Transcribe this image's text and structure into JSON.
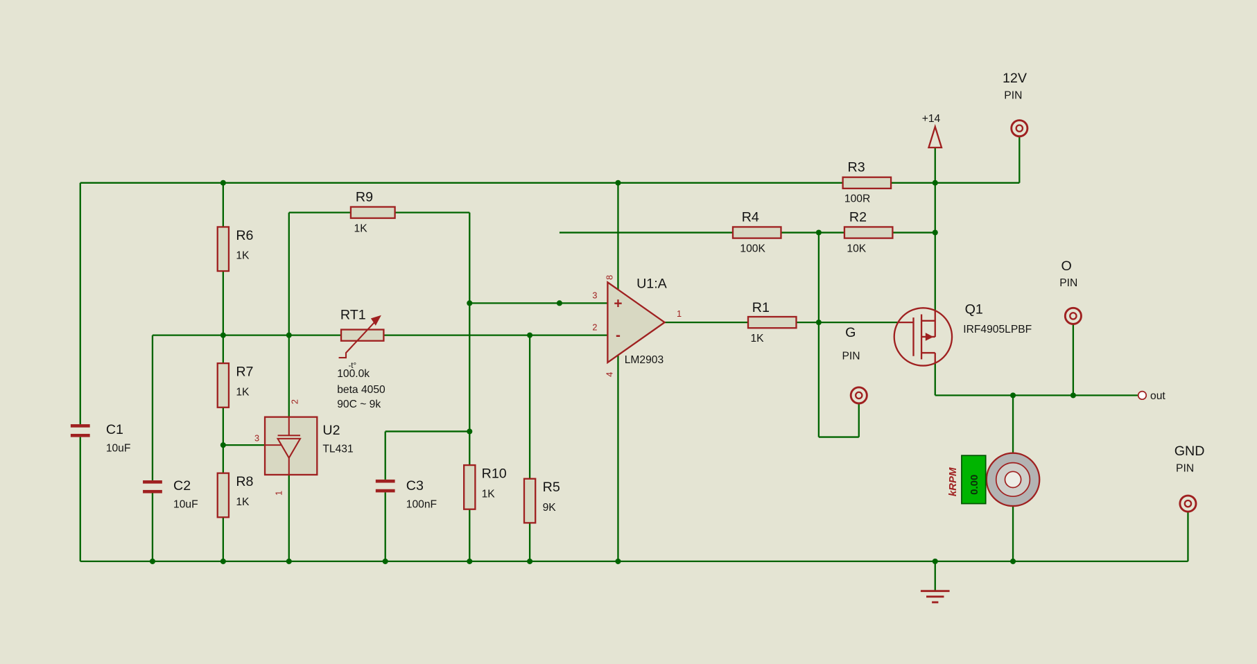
{
  "schematic": {
    "parts": {
      "C1": {
        "ref": "C1",
        "value": "10uF"
      },
      "C2": {
        "ref": "C2",
        "value": "10uF"
      },
      "C3": {
        "ref": "C3",
        "value": "100nF"
      },
      "R1": {
        "ref": "R1",
        "value": "1K"
      },
      "R2": {
        "ref": "R2",
        "value": "10K"
      },
      "R3": {
        "ref": "R3",
        "value": "100R"
      },
      "R4": {
        "ref": "R4",
        "value": "100K"
      },
      "R5": {
        "ref": "R5",
        "value": "9K"
      },
      "R6": {
        "ref": "R6",
        "value": "1K"
      },
      "R7": {
        "ref": "R7",
        "value": "1K"
      },
      "R8": {
        "ref": "R8",
        "value": "1K"
      },
      "R9": {
        "ref": "R9",
        "value": "1K"
      },
      "R10": {
        "ref": "R10",
        "value": "1K"
      },
      "RT1": {
        "ref": "RT1",
        "value_lines": [
          "100.0k",
          "beta 4050",
          "90C ~ 9k"
        ],
        "symbol_mark": "-t°"
      },
      "U1": {
        "ref": "U1:A",
        "value": "LM2903",
        "plus_sign": "+",
        "minus_sign": "-",
        "pins": {
          "in_plus": "3",
          "in_minus": "2",
          "vcc": "8",
          "gnd": "4",
          "out": "1"
        }
      },
      "U2": {
        "ref": "U2",
        "value": "TL431",
        "pins": {
          "cathode": "2",
          "ref": "3",
          "anode": "1"
        }
      },
      "Q1": {
        "ref": "Q1",
        "value": "IRF4905LPBF"
      }
    },
    "terminals": {
      "v12": {
        "label": "12V",
        "sub": "PIN"
      },
      "o": {
        "label": "O",
        "sub": "PIN"
      },
      "g": {
        "label": "G",
        "sub": "PIN"
      },
      "gnd": {
        "label": "GND",
        "sub": "PIN"
      },
      "power": {
        "label": "+14"
      },
      "out": {
        "label": "out"
      }
    },
    "motor": {
      "display": "0.00",
      "unit": "kRPM"
    },
    "colors": {
      "background": "#E4E4D3",
      "wire": "#006400",
      "component_outline": "#9F2020",
      "component_fill": "#D8D8C2",
      "display_green": "#00B400",
      "text": "#141414"
    }
  }
}
